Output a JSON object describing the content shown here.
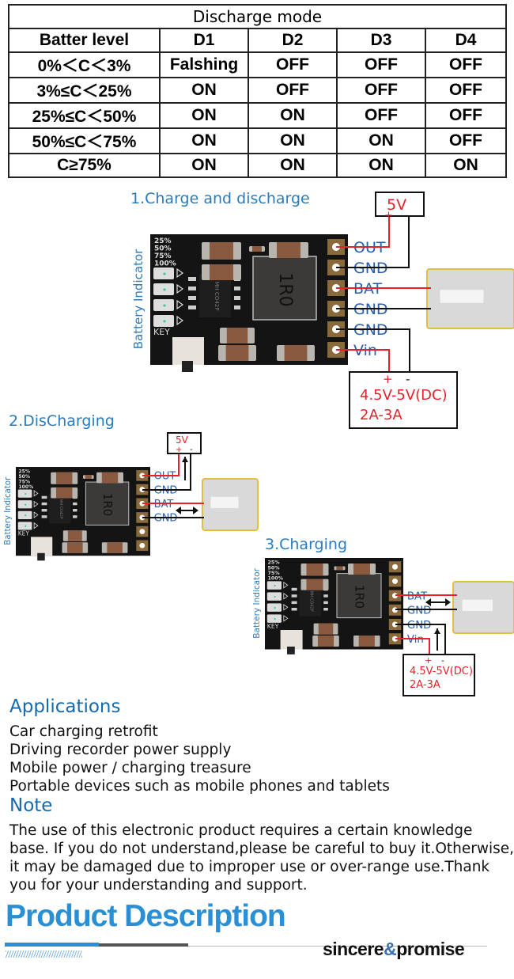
{
  "table": {
    "title": "Discharge mode",
    "headers": [
      "Batter level",
      "D1",
      "D2",
      "D3",
      "D4"
    ],
    "rows": [
      [
        "0%＜C＜3%",
        "Falshing",
        "OFF",
        "OFF",
        "OFF"
      ],
      [
        "3%≤C＜25%",
        "ON",
        "OFF",
        "OFF",
        "OFF"
      ],
      [
        "25%≤C＜50%",
        "ON",
        "ON",
        "OFF",
        "OFF"
      ],
      [
        "50%≤C＜75%",
        "ON",
        "ON",
        "ON",
        "OFF"
      ],
      [
        "C≥75%",
        "ON",
        "ON",
        "ON",
        "ON"
      ]
    ]
  },
  "board": {
    "indicator_label": "Battery Indicator",
    "levels": [
      "25%",
      "50%",
      "75%",
      "100%"
    ],
    "key_label": "KEY",
    "inductor_label": "1R0",
    "chip_label": "MH CO42P"
  },
  "sections": [
    {
      "title": "1.Charge and discharge",
      "pins": [
        "OUT",
        "GND",
        "BAT",
        "GND",
        "GND",
        "Vin"
      ]
    },
    {
      "title": "2.DisCharging",
      "pins": [
        "OUT",
        "GND",
        "BAT",
        "GND",
        "",
        ""
      ]
    },
    {
      "title": "3.Charging",
      "pins": [
        "",
        "",
        "BAT",
        "GND",
        "GND",
        "Vin"
      ]
    }
  ],
  "output_box": {
    "voltage": "5V",
    "plus": "+",
    "minus": "-"
  },
  "input_box": {
    "voltage": "4.5V-5V(DC)",
    "current": "2A-3A",
    "plus": "+",
    "minus": "-"
  },
  "applications": {
    "heading": "Applications",
    "items": [
      "Car charging retrofit",
      "Driving recorder power supply",
      "Mobile power / charging treasure",
      "Portable devices such as mobile phones and tablets"
    ]
  },
  "note": {
    "heading": "Note",
    "lines": [
      "The use of this electronic product requires a certain knowledge",
      "base. If you do not understand,please be careful to buy it.Otherwise,",
      "it may be damaged due to improper use or over-range use.Thank",
      "you for your understanding and support."
    ]
  },
  "footer": {
    "title": "Product Description",
    "brand_part1": "sincere",
    "brand_amp": "&",
    "brand_part2": "promise"
  },
  "colors": {
    "accent_blue": "#2a7bbd",
    "wire_red": "#e8202a",
    "wire_black": "#111111",
    "pcb": "#141414",
    "pad_gold": "#8a6a3a"
  }
}
